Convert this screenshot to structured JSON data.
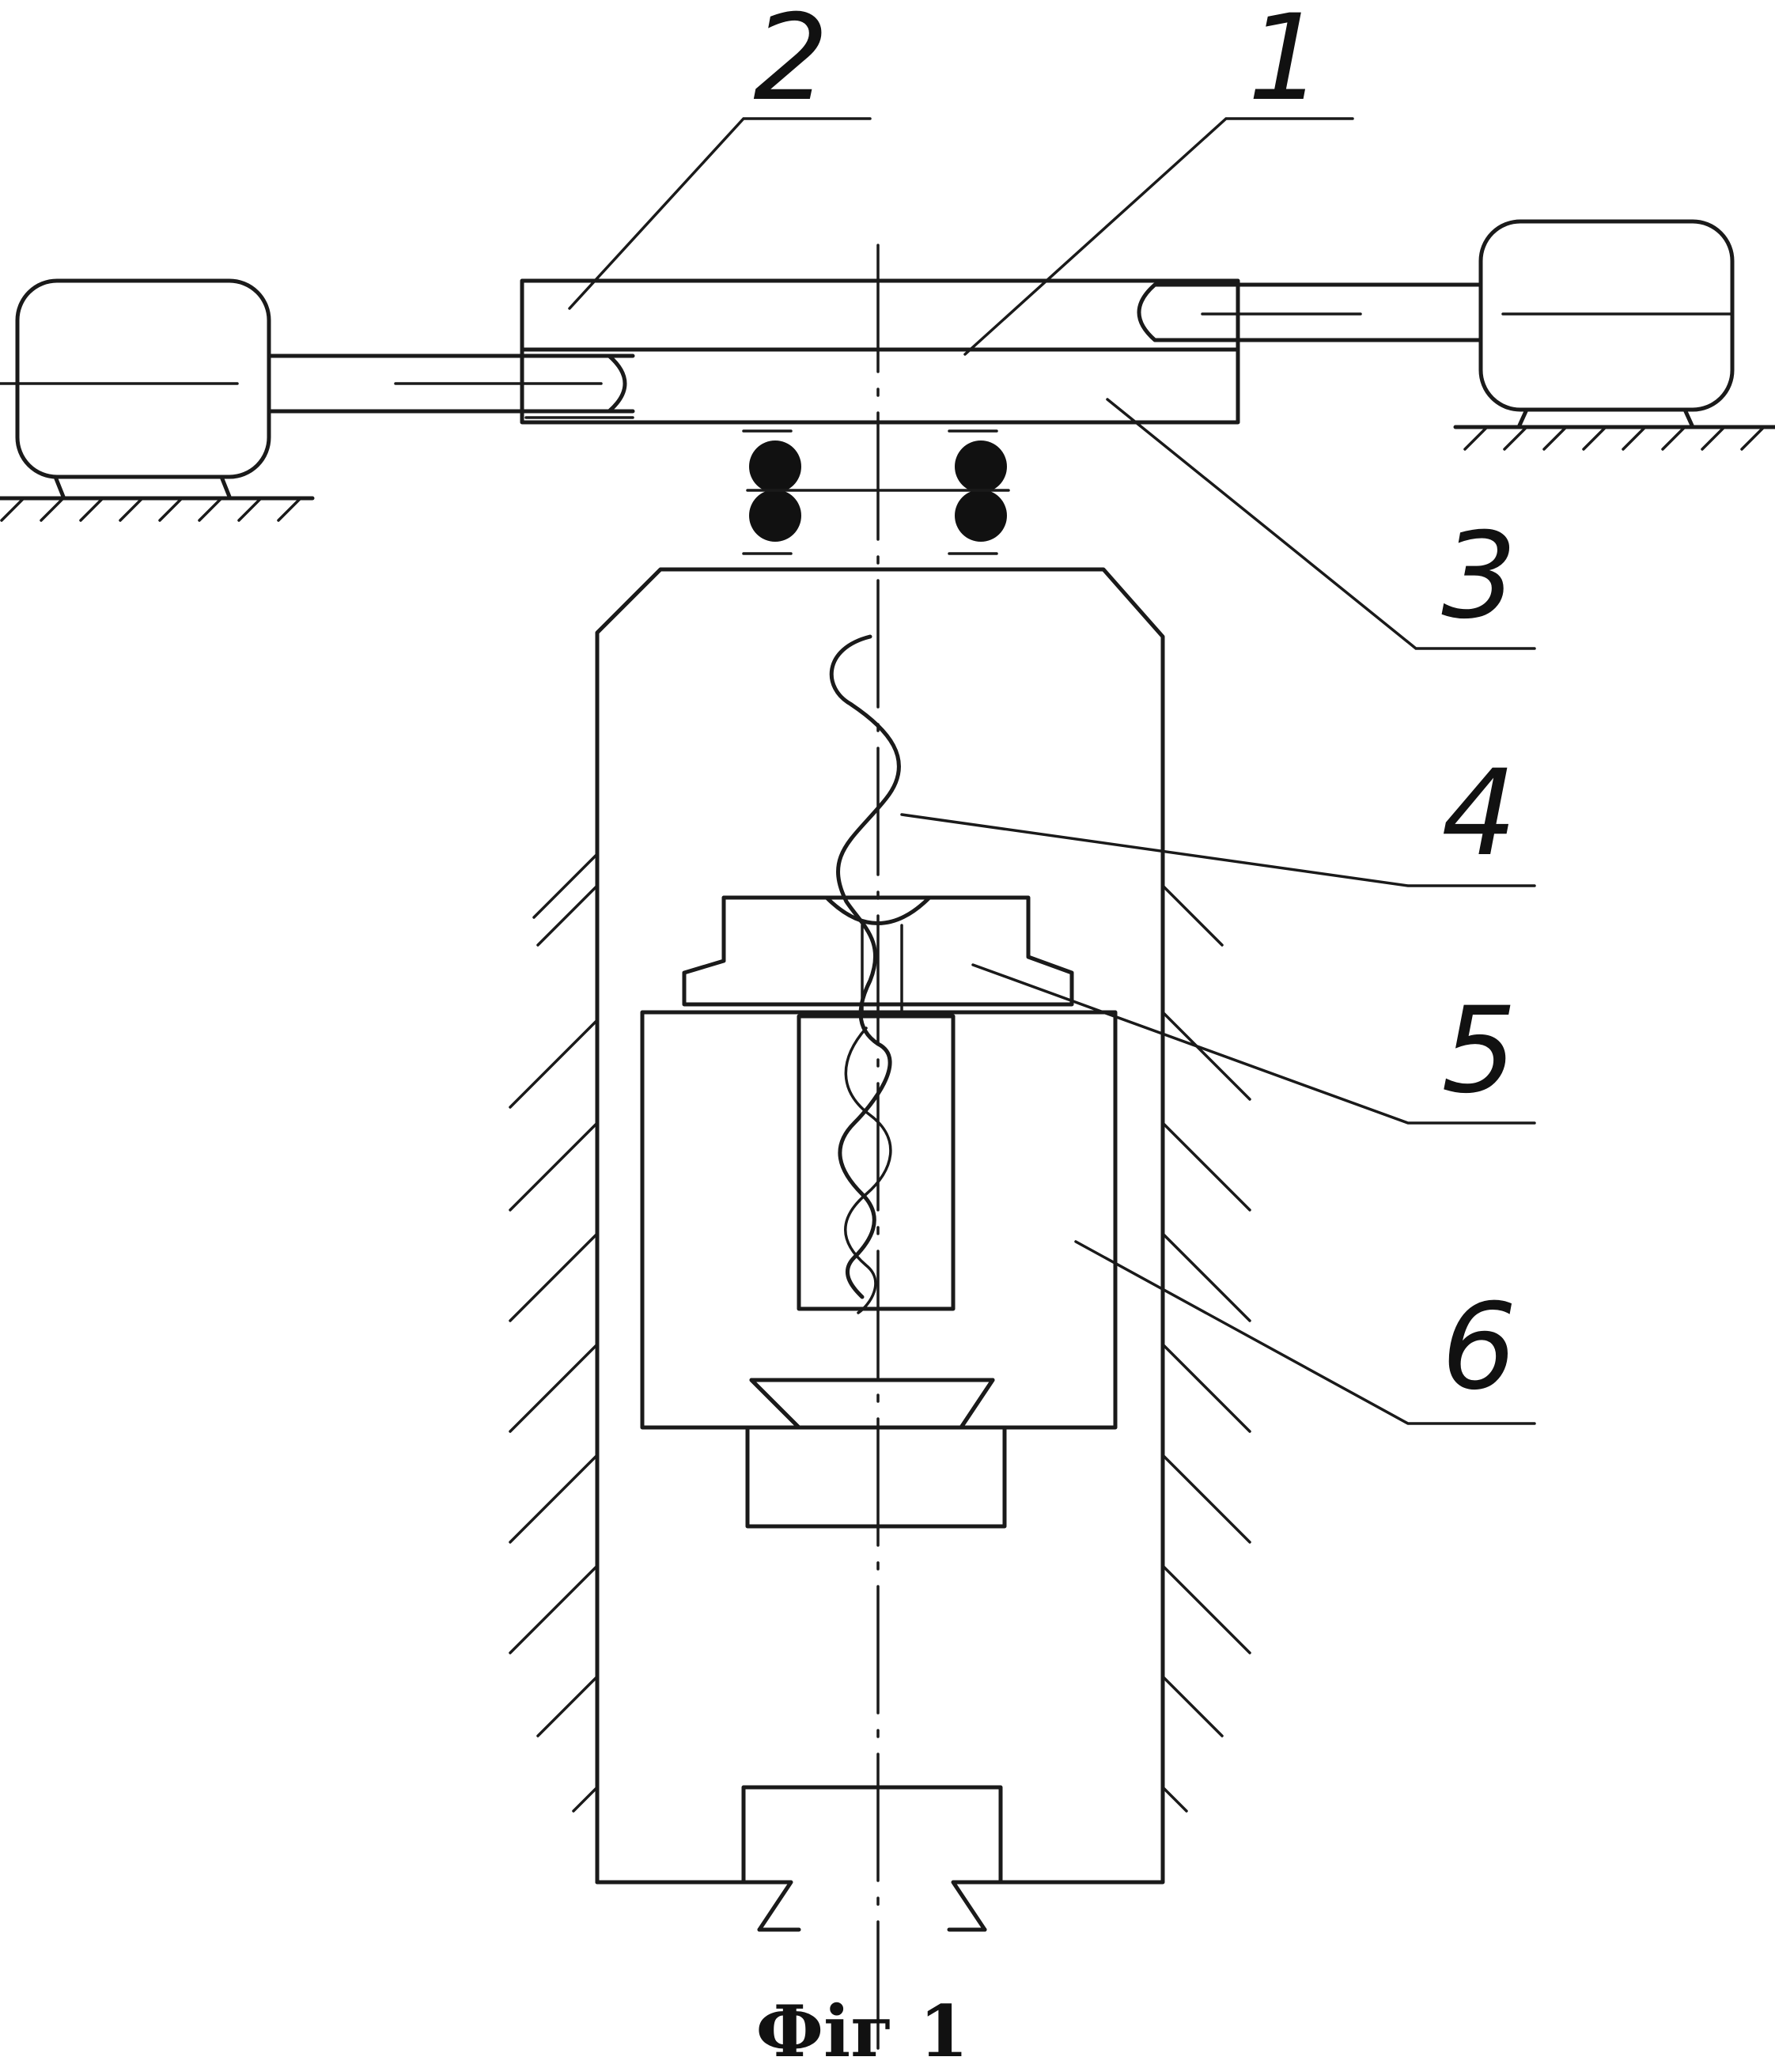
{
  "figure": {
    "caption": "Фіг 1",
    "callouts": [
      {
        "id": "1",
        "text": "1"
      },
      {
        "id": "2",
        "text": "2"
      },
      {
        "id": "3",
        "text": "3"
      },
      {
        "id": "4",
        "text": "4"
      },
      {
        "id": "5",
        "text": "5"
      },
      {
        "id": "6",
        "text": "6"
      }
    ]
  }
}
